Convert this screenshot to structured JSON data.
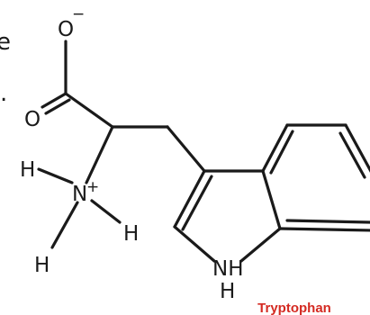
{
  "molecule": {
    "name": "Tryptophan",
    "atoms": {
      "carboxylate_oxygen_top": "O",
      "carboxylate_charge": "−",
      "carbonyl_oxygen": "O",
      "amine_nitrogen": "N",
      "amine_charge": "+",
      "amine_h_left": "H",
      "amine_h_right": "H",
      "amine_h_bottom": "H",
      "indole_nh_n": "NH",
      "indole_nh_h": "H"
    },
    "margin_fragments": [
      "e",
      "."
    ]
  },
  "colors": {
    "bonds": "#1a1a1a",
    "name": "#d42a22",
    "background": "#ffffff"
  }
}
